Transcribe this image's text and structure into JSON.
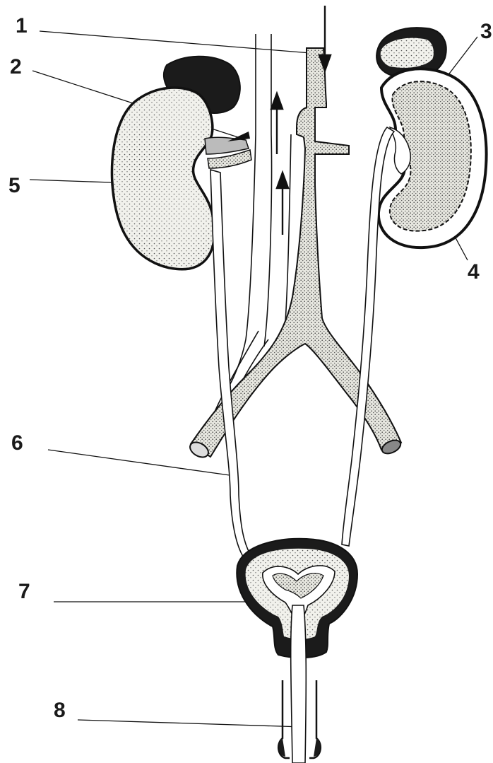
{
  "labels": {
    "n1": "1",
    "n2": "2",
    "n3": "3",
    "n4": "4",
    "n5": "5",
    "n6": "6",
    "n7": "7",
    "n8": "8"
  },
  "colors": {
    "ink": "#111111",
    "stipple_fill": "#eeeeea",
    "dark_fill": "#1b1b1b",
    "paper": "#ffffff"
  }
}
